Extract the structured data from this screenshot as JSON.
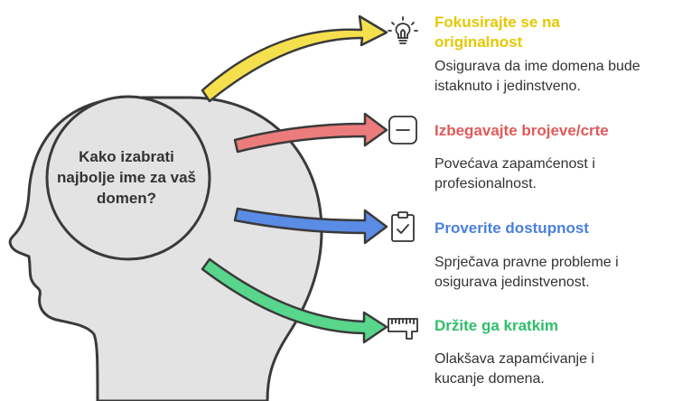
{
  "center": {
    "question": "Kako izabrati najbolje ime za vaš domen?"
  },
  "items": [
    {
      "title": "Fokusirajte se na originalnost",
      "description": "Osigurava da ime domena bude istaknuto i jedinstveno.",
      "color": "#e6c800",
      "arrow_color": "#f4e04d",
      "icon": "lightbulb-icon"
    },
    {
      "title": "Izbegavajte brojeve/crte",
      "description": "Povećava zapamćenost i profesionalnost.",
      "color": "#e05a5a",
      "arrow_color": "#ec7b7b",
      "icon": "minus-box-icon"
    },
    {
      "title": "Proverite dostupnost",
      "description": "Sprječava pravne probleme i osigurava jedinstvenost.",
      "color": "#4a7fe0",
      "arrow_color": "#5a8ce6",
      "icon": "clipboard-check-icon"
    },
    {
      "title": "Držite ga kratkim",
      "description": "Olakšava zapamćivanje i kucanje domena.",
      "color": "#2fbf6a",
      "arrow_color": "#57d68c",
      "icon": "ruler-icon"
    }
  ]
}
